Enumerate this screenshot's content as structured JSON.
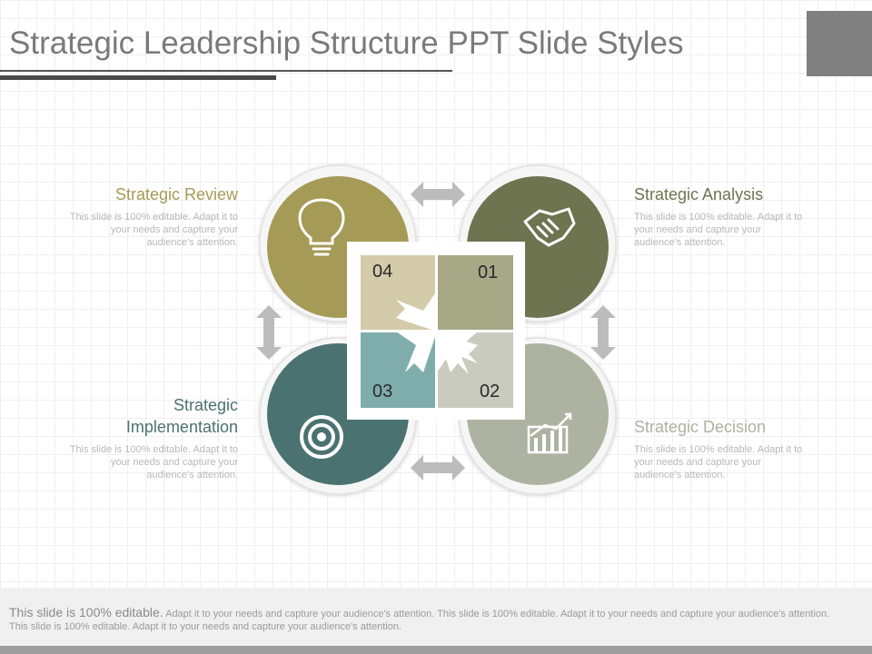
{
  "slide": {
    "title": "Strategic Leadership Structure PPT Slide Styles"
  },
  "quadrants": [
    {
      "number": "01",
      "heading": "Strategic Analysis",
      "body": "This slide is 100% editable. Adapt it to your needs and capture your audience's attention.",
      "color": "#6e7350",
      "icon": "handshake-icon"
    },
    {
      "number": "02",
      "heading": "Strategic Decision",
      "body": "This slide is 100% editable. Adapt it to your needs and capture your audience's attention.",
      "color": "#aeb2a0",
      "icon": "growth-chart-icon"
    },
    {
      "number": "03",
      "heading": "Strategic Implementation",
      "body": "This slide is 100% editable. Adapt it to your needs and capture your audience's attention.",
      "color": "#4a7270",
      "icon": "target-icon"
    },
    {
      "number": "04",
      "heading": "Strategic Review",
      "body": "This slide is 100% editable. Adapt it to your needs and capture your audience's attention.",
      "color": "#a59a56",
      "icon": "lightbulb-icon"
    }
  ],
  "tile_colors": {
    "01": "#a6a886",
    "02": "#c9cbbf",
    "03": "#7fadac",
    "04": "#d3cba9"
  },
  "footer": {
    "lead": "This slide is 100% editable.",
    "text": " Adapt it to your needs and capture your audience's attention. This slide is 100% editable. Adapt it to your needs and capture your audience's attention. This slide is 100% editable. Adapt it to your needs and capture your audience's attention."
  }
}
